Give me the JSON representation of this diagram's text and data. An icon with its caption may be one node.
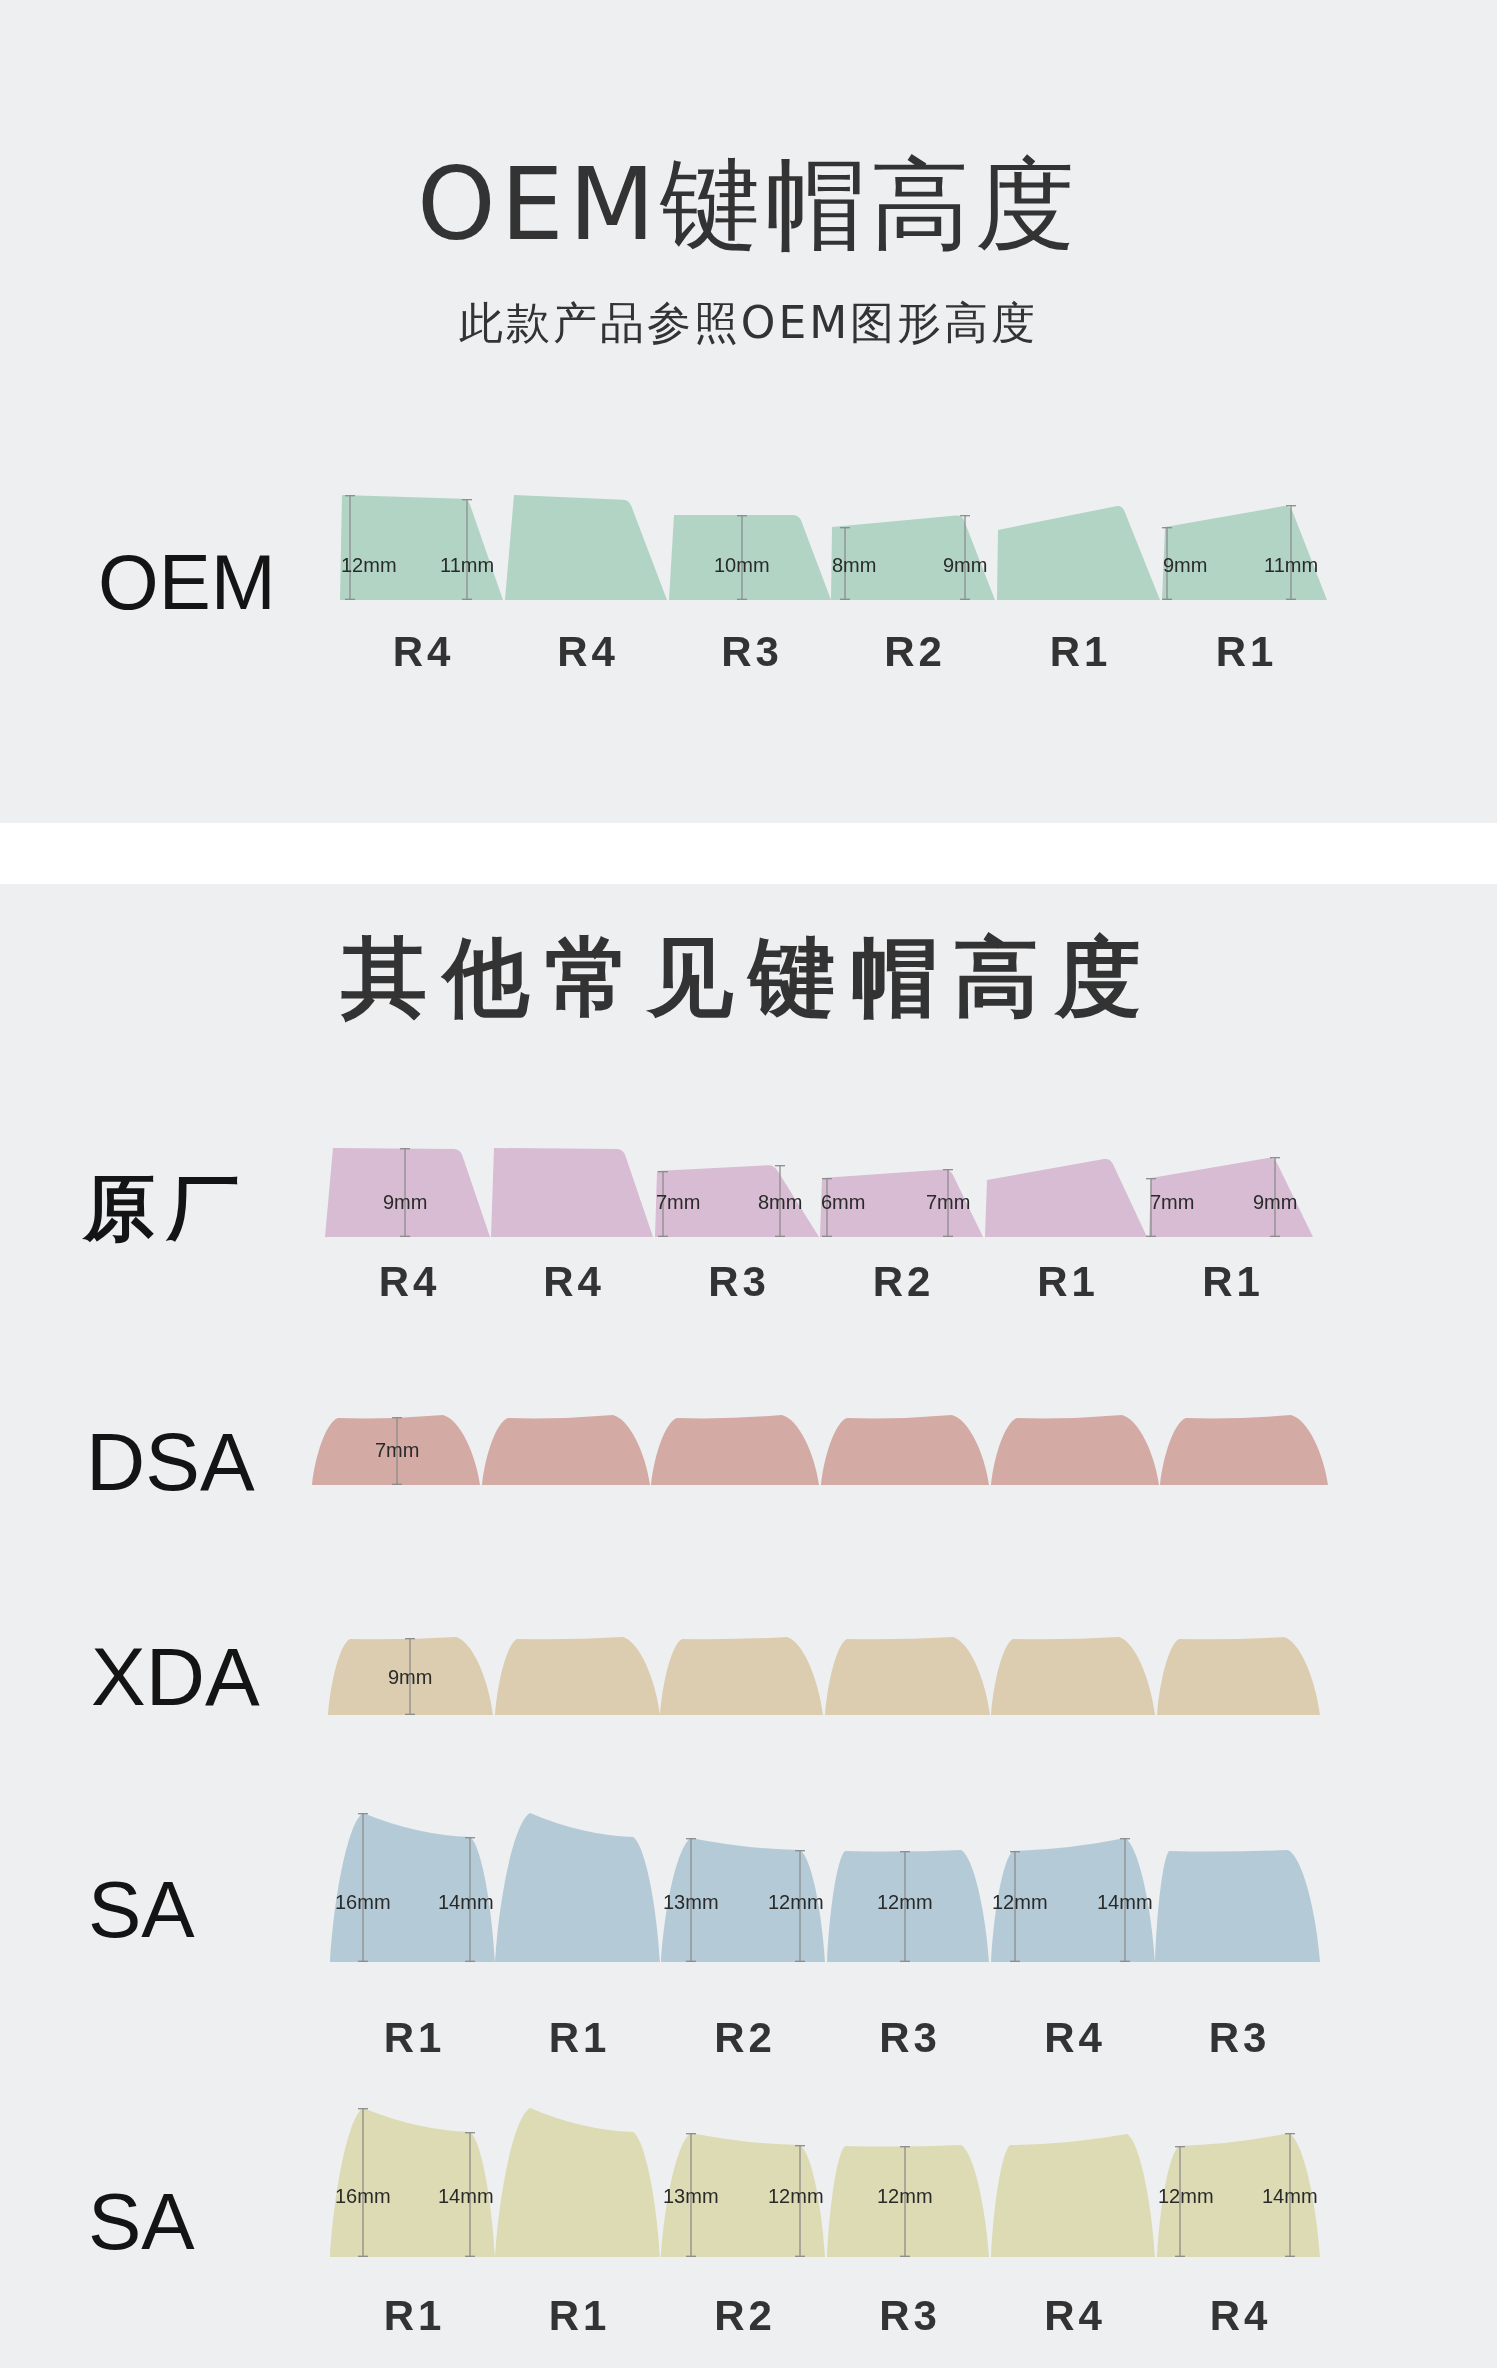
{
  "diagram": {
    "nodes": [
      {
        "text": [
          "OEM键帽高度",
          "此款产品参照OEM图形高度"
        ]
      },
      {
        "text": [
          "12mm",
          "11mm"
        ],
        "in": 0,
        "beside": [
          "R4"
        ]
      },
      {
        "text": [],
        "shape": "keycap",
        "in": 0,
        "beside": [
          "R4"
        ]
      },
      {
        "text": [
          "10mm"
        ],
        "in": 0,
        "beside": [
          "R3"
        ]
      },
      {
        "text": [
          "8mm",
          "9mm"
        ],
        "in": 0,
        "beside": [
          "R2"
        ]
      },
      {
        "text": [],
        "shape": "keycap",
        "in": 0,
        "beside": [
          "R1"
        ]
      },
      {
        "text": [
          "9mm",
          "11mm"
        ],
        "in": 0,
        "beside": [
          "R1"
        ]
      },
      {
        "text": [
          "其他常见键帽高度"
        ]
      },
      {
        "text": [
          "9mm"
        ],
        "in": 7,
        "beside": [
          "R4"
        ]
      },
      {
        "text": [],
        "shape": "keycap",
        "in": 7,
        "beside": [
          "R4"
        ]
      },
      {
        "text": [
          "7mm",
          "8mm"
        ],
        "in": 7,
        "beside": [
          "R3"
        ]
      },
      {
        "text": [
          "6mm",
          "7mm"
        ],
        "in": 7,
        "beside": [
          "R2"
        ]
      },
      {
        "text": [],
        "shape": "keycap",
        "in": 7,
        "beside": [
          "R1"
        ]
      },
      {
        "text": [
          "7mm",
          "9mm"
        ],
        "in": 7,
        "beside": [
          "R1"
        ]
      },
      {
        "text": [
          "7mm"
        ],
        "in": 7
      },
      {
        "text": [],
        "shape": "keycap",
        "in": 7
      },
      {
        "text": [],
        "shape": "keycap",
        "in": 7
      },
      {
        "text": [],
        "shape": "keycap",
        "in": 7
      },
      {
        "text": [],
        "shape": "keycap",
        "in": 7
      },
      {
        "text": [],
        "shape": "keycap",
        "in": 7
      },
      {
        "text": [
          "9mm"
        ],
        "in": 7
      },
      {
        "text": [],
        "shape": "keycap",
        "in": 7
      },
      {
        "text": [],
        "shape": "keycap",
        "in": 7
      },
      {
        "text": [],
        "shape": "keycap",
        "in": 7
      },
      {
        "text": [],
        "shape": "keycap",
        "in": 7
      },
      {
        "text": [],
        "shape": "keycap",
        "in": 7
      },
      {
        "text": [
          "16mm",
          "14mm"
        ],
        "in": 7,
        "beside": [
          "R1"
        ]
      },
      {
        "text": [],
        "shape": "keycap",
        "in": 7,
        "beside": [
          "R1"
        ]
      },
      {
        "text": [
          "13mm",
          "12mm"
        ],
        "in": 7,
        "beside": [
          "R2"
        ]
      },
      {
        "text": [
          "12mm"
        ],
        "in": 7,
        "beside": [
          "R3"
        ]
      },
      {
        "text": [
          "12mm",
          "14mm"
        ],
        "in": 7,
        "beside": [
          "R4"
        ]
      },
      {
        "text": [],
        "shape": "keycap",
        "in": 7,
        "beside": [
          "R3"
        ]
      },
      {
        "text": [
          "16mm",
          "14mm"
        ],
        "in": 7,
        "beside": [
          "R1"
        ]
      },
      {
        "text": [],
        "shape": "keycap",
        "in": 7,
        "beside": [
          "R1"
        ]
      },
      {
        "text": [
          "13mm",
          "12mm"
        ],
        "in": 7,
        "beside": [
          "R2"
        ]
      },
      {
        "text": [
          "12mm"
        ],
        "in": 7,
        "beside": [
          "R3"
        ]
      },
      {
        "text": [],
        "shape": "keycap",
        "in": 7,
        "beside": [
          "R4"
        ]
      },
      {
        "text": [
          "12mm",
          "14mm"
        ],
        "in": 7,
        "beside": [
          "R4"
        ]
      }
    ],
    "labels": [
      "OEM",
      "原厂",
      "DSA",
      "XDA",
      "SA",
      "SA"
    ]
  }
}
